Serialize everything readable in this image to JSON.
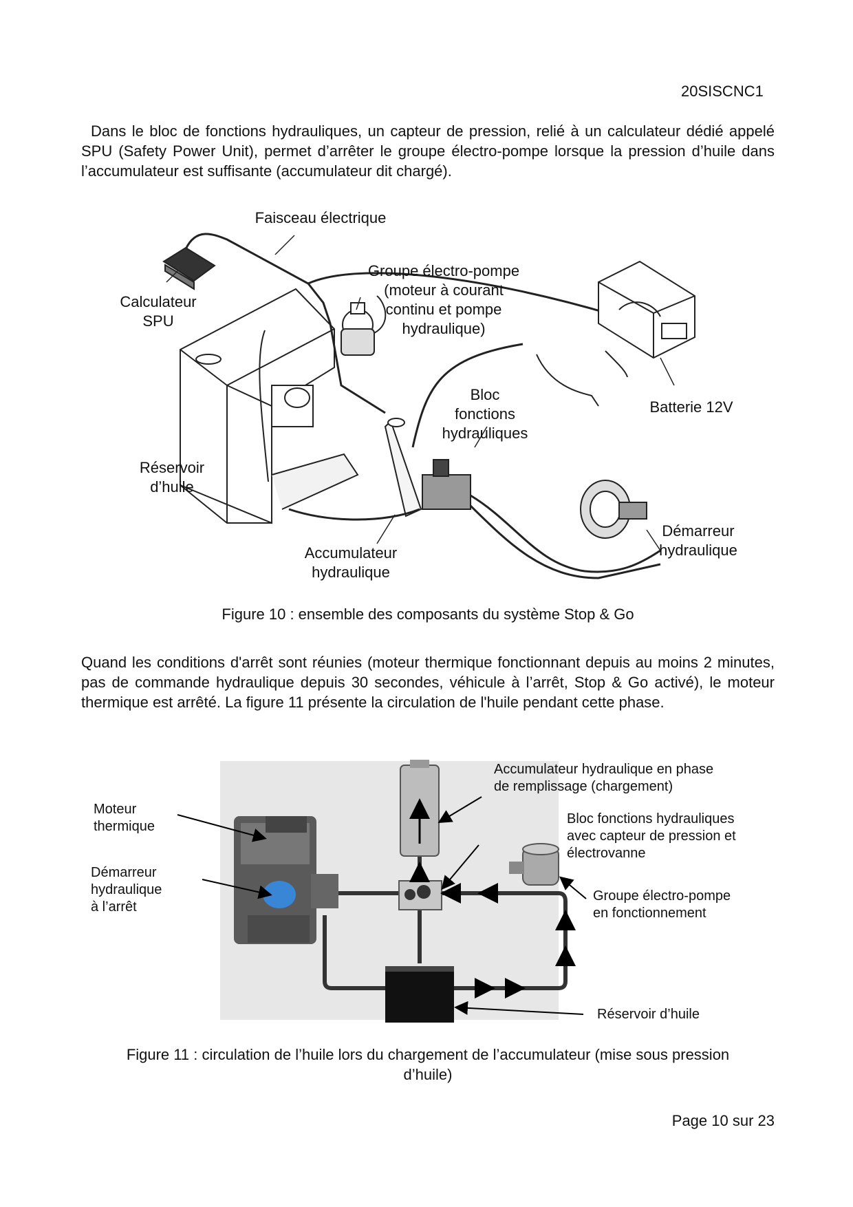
{
  "header": {
    "doc_code": "20SISCNC1"
  },
  "paragraphs": {
    "p1": "Dans le bloc de fonctions hydrauliques, un capteur de pression, relié à un calculateur dédié appelé SPU (Safety Power Unit), permet d’arrêter le groupe électro-pompe lorsque la pression d’huile dans l’accumulateur est suffisante (accumulateur dit chargé).",
    "p2": "Quand les conditions d'arrêt sont réunies (moteur thermique fonctionnant depuis au moins 2 minutes, pas de commande hydraulique depuis 30 secondes, véhicule à l’arrêt, Stop & Go activé), le moteur thermique est arrêté. La figure 11 présente la circulation de l'huile pendant cette phase."
  },
  "figure10": {
    "caption": "Figure 10 : ensemble des composants du système Stop & Go",
    "labels": {
      "faisceau": "Faisceau électrique",
      "calc_l1": "Calculateur",
      "calc_l2": "SPU",
      "groupe_l1": "Groupe électro-pompe",
      "groupe_l2": "(moteur à courant",
      "groupe_l3": "continu et pompe",
      "groupe_l4": "hydraulique)",
      "bloc_l1": "Bloc",
      "bloc_l2": "fonctions",
      "bloc_l3": "hydrauliques",
      "batterie": "Batterie 12V",
      "reservoir_l1": "Réservoir",
      "reservoir_l2": "d’huile",
      "accu_l1": "Accumulateur",
      "accu_l2": "hydraulique",
      "demarreur_l1": "Démarreur",
      "demarreur_l2": "hydraulique"
    }
  },
  "figure11": {
    "caption_l1": "Figure 11 : circulation de l’huile lors du chargement de l’accumulateur (mise sous pression",
    "caption_l2": "d’huile)",
    "labels": {
      "accu_l1": "Accumulateur hydraulique en phase",
      "accu_l2": "de remplissage (chargement)",
      "moteur_l1": "Moteur",
      "moteur_l2": "thermique",
      "bloc_l1": "Bloc fonctions hydrauliques",
      "bloc_l2": "avec capteur de pression et",
      "bloc_l3": "électrovanne",
      "demarreur_l1": "Démarreur",
      "demarreur_l2": "hydraulique",
      "demarreur_l3": "à l’arrêt",
      "groupe_l1": "Groupe électro-pompe",
      "groupe_l2": "en fonctionnement",
      "reservoir": "Réservoir d’huile"
    }
  },
  "footer": {
    "page_number": "Page 10 sur 23"
  }
}
